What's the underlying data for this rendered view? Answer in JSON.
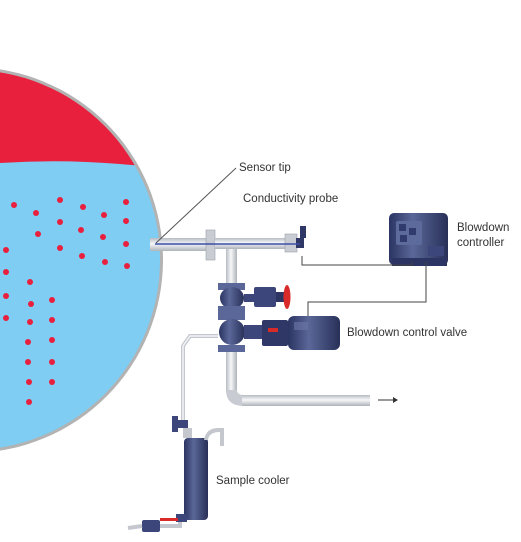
{
  "labels": {
    "sensor_tip": "Sensor tip",
    "conductivity_probe": "Conductivity probe",
    "blowdown_controller_line1": "Blowdown",
    "blowdown_controller_line2": "controller",
    "blowdown_control_valve": "Blowdown control valve",
    "sample_cooler": "Sample cooler"
  },
  "colors": {
    "steam_space": "#e8203e",
    "water": "#7fcdf2",
    "boiler_shell": "#b3b3b3",
    "bubbles": "#e8203e",
    "equipment": "#353f72",
    "pipe": "#e2e6ea",
    "handwheel": "#d92a2a",
    "label_text": "#333333"
  },
  "icons": {
    "discharge": "arrow-right-icon"
  }
}
